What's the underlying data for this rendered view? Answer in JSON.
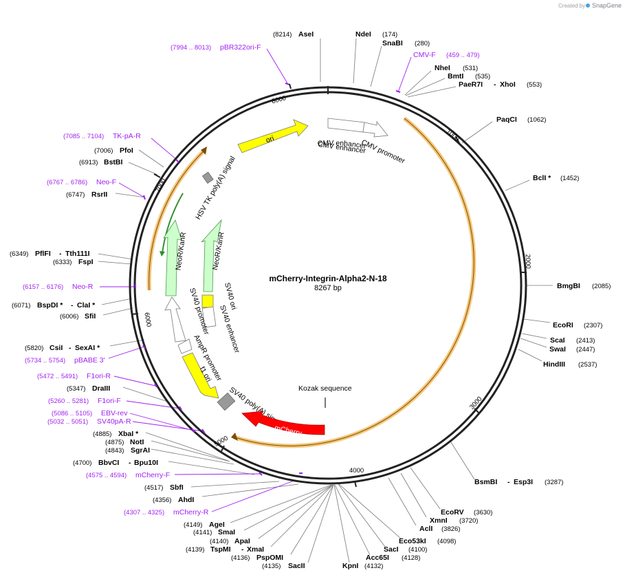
{
  "brand": {
    "prefix": "Created by",
    "name": "SnapGene"
  },
  "plasmid": {
    "name": "mCherry-Integrin-Alpha2-N-18",
    "size": "8267 bp",
    "length": 8267
  },
  "ticks": [
    "1000",
    "2000",
    "3000",
    "4000",
    "5000",
    "6000",
    "7000",
    "8000"
  ],
  "sites": [
    {
      "id": "asei",
      "name": "AseI",
      "pos": "(8214)",
      "bp": 8214
    },
    {
      "id": "ndei",
      "name": "NdeI",
      "pos": "(174)",
      "bp": 174
    },
    {
      "id": "snabi",
      "name": "SnaBI",
      "pos": "(280)",
      "bp": 280
    },
    {
      "id": "nhei",
      "name": "NheI",
      "pos": "(531)",
      "bp": 531
    },
    {
      "id": "bmti",
      "name": "BmtI",
      "pos": "(535)",
      "bp": 535
    },
    {
      "id": "paer7i",
      "name": "PaeR7I",
      "name2": "XhoI",
      "pos": "(553)",
      "bp": 553
    },
    {
      "id": "paqci",
      "name": "PaqCI",
      "pos": "(1062)",
      "bp": 1062
    },
    {
      "id": "bcli",
      "name": "BclI *",
      "pos": "(1452)",
      "bp": 1452
    },
    {
      "id": "bmgbi",
      "name": "BmgBI",
      "pos": "(2085)",
      "bp": 2085
    },
    {
      "id": "ecori",
      "name": "EcoRI",
      "pos": "(2307)",
      "bp": 2307
    },
    {
      "id": "scai",
      "name": "ScaI",
      "pos": "(2413)",
      "bp": 2413
    },
    {
      "id": "swai",
      "name": "SwaI",
      "pos": "(2447)",
      "bp": 2447
    },
    {
      "id": "hindiii",
      "name": "HindIII",
      "pos": "(2537)",
      "bp": 2537
    },
    {
      "id": "bsmbi",
      "name": "BsmBI",
      "name2": "Esp3I",
      "pos": "(3287)",
      "bp": 3287
    },
    {
      "id": "ecorv",
      "name": "EcoRV",
      "pos": "(3630)",
      "bp": 3630
    },
    {
      "id": "xmni",
      "name": "XmnI",
      "pos": "(3720)",
      "bp": 3720
    },
    {
      "id": "acli",
      "name": "AclI",
      "pos": "(3826)",
      "bp": 3826
    },
    {
      "id": "eco53ki",
      "name": "Eco53kI",
      "pos": "(4098)",
      "bp": 4098
    },
    {
      "id": "saci",
      "name": "SacI",
      "pos": "(4100)",
      "bp": 4100
    },
    {
      "id": "acc65i",
      "name": "Acc65I",
      "pos": "(4128)",
      "bp": 4128
    },
    {
      "id": "kpni",
      "name": "KpnI",
      "pos": "(4132)",
      "bp": 4132
    },
    {
      "id": "sacii",
      "name": "SacII",
      "pos": "(4135)",
      "bp": 4135
    },
    {
      "id": "pspomi",
      "name": "PspOMI",
      "pos": "(4136)",
      "bp": 4136
    },
    {
      "id": "tspmi",
      "name": "TspMI",
      "name2": "XmaI",
      "pos": "(4139)",
      "bp": 4139
    },
    {
      "id": "apai",
      "name": "ApaI",
      "pos": "(4140)",
      "bp": 4140
    },
    {
      "id": "smai",
      "name": "SmaI",
      "pos": "(4141)",
      "bp": 4141
    },
    {
      "id": "agei",
      "name": "AgeI",
      "pos": "(4149)",
      "bp": 4149
    },
    {
      "id": "ahdi",
      "name": "AhdI",
      "pos": "(4356)",
      "bp": 4356
    },
    {
      "id": "sbfi",
      "name": "SbfI",
      "pos": "(4517)",
      "bp": 4517
    },
    {
      "id": "bbvci",
      "name": "BbvCI",
      "name2": "Bpu10I",
      "pos": "(4700)",
      "bp": 4700
    },
    {
      "id": "sgrai",
      "name": "SgrAI",
      "pos": "(4843)",
      "bp": 4843
    },
    {
      "id": "noti",
      "name": "NotI",
      "pos": "(4875)",
      "bp": 4875
    },
    {
      "id": "xbai",
      "name": "XbaI *",
      "pos": "(4885)",
      "bp": 4885
    },
    {
      "id": "draiii",
      "name": "DraIII",
      "pos": "(5347)",
      "bp": 5347
    },
    {
      "id": "csii",
      "name": "CsiI",
      "name2": "SexAI *",
      "pos": "(5820)",
      "bp": 5820
    },
    {
      "id": "sfii",
      "name": "SfiI",
      "pos": "(6006)",
      "bp": 6006
    },
    {
      "id": "bspdi",
      "name": "BspDI *",
      "name2": "ClaI *",
      "pos": "(6071)",
      "bp": 6071
    },
    {
      "id": "fspi",
      "name": "FspI",
      "pos": "(6333)",
      "bp": 6333
    },
    {
      "id": "pflfi",
      "name": "PflFI",
      "name2": "Tth111I",
      "pos": "(6349)",
      "bp": 6349
    },
    {
      "id": "rsrii",
      "name": "RsrII",
      "pos": "(6747)",
      "bp": 6747
    },
    {
      "id": "bstbi",
      "name": "BstBI",
      "pos": "(6913)",
      "bp": 6913
    },
    {
      "id": "pfoi",
      "name": "PfoI",
      "pos": "(7006)",
      "bp": 7006
    }
  ],
  "primers": [
    {
      "id": "pbr322ori-f",
      "name": "pBR322ori-F",
      "range": "(7994 .. 8013)",
      "bp": 8003
    },
    {
      "id": "cmv-f",
      "name": "CMV-F",
      "range": "(459 .. 479)",
      "bp": 469
    },
    {
      "id": "tk-pa-r",
      "name": "TK-pA-R",
      "range": "(7085 .. 7104)",
      "bp": 7094
    },
    {
      "id": "neo-f",
      "name": "Neo-F",
      "range": "(6767 .. 6786)",
      "bp": 6776
    },
    {
      "id": "neo-r",
      "name": "Neo-R",
      "range": "(6157 .. 6176)",
      "bp": 6166
    },
    {
      "id": "pbabe3",
      "name": "pBABE 3'",
      "range": "(5734 .. 5754)",
      "bp": 5744
    },
    {
      "id": "f1ori-r",
      "name": "F1ori-R",
      "range": "(5472 .. 5491)",
      "bp": 5481
    },
    {
      "id": "f1ori-f",
      "name": "F1ori-F",
      "range": "(5260 .. 5281)",
      "bp": 5270
    },
    {
      "id": "ebv-rev",
      "name": "EBV-rev",
      "range": "(5086 .. 5105)",
      "bp": 5095
    },
    {
      "id": "sv40pa-r",
      "name": "SV40pA-R",
      "range": "(5032 .. 5051)",
      "bp": 5041
    },
    {
      "id": "mcherry-f",
      "name": "mCherry-F",
      "range": "(4575 .. 4594)",
      "bp": 4585
    },
    {
      "id": "mcherry-r",
      "name": "mCherry-R",
      "range": "(4307 .. 4325)",
      "bp": 4316
    }
  ],
  "features": [
    {
      "id": "ori",
      "label": "ori",
      "color": "#ffff00"
    },
    {
      "id": "cmv-enhancer",
      "label": "CMV enhancer",
      "color": "#ffffff"
    },
    {
      "id": "cmv-promoter",
      "label": "CMV promoter",
      "color": "#ffffff"
    },
    {
      "id": "hsv-tk",
      "label": "HSV TK poly(A) signal",
      "color": "#999999"
    },
    {
      "id": "neokanr-outer",
      "label": "NeoR/KanR",
      "color": "#ccffcc"
    },
    {
      "id": "neokanr-inner",
      "label": "NeoR/KanR",
      "color": "#ccffcc"
    },
    {
      "id": "sv40-ori",
      "label": "SV40 ori",
      "color": "#ffff00"
    },
    {
      "id": "sv40-enhancer",
      "label": "SV40 enhancer",
      "color": "#ffffff"
    },
    {
      "id": "sv40-promoter",
      "label": "SV40 promoter",
      "color": "#ffffff"
    },
    {
      "id": "ampr-promoter",
      "label": "AmpR promoter",
      "color": "#ffffff"
    },
    {
      "id": "f1-ori",
      "label": "f1 ori",
      "color": "#ffff00"
    },
    {
      "id": "sv40-polya",
      "label": "SV40 poly(A) signal",
      "color": "#999999"
    },
    {
      "id": "kozak",
      "label": "Kozak sequence",
      "color": "#777777"
    },
    {
      "id": "mcherry",
      "label": "mCherry",
      "color": "#ff0000"
    }
  ]
}
